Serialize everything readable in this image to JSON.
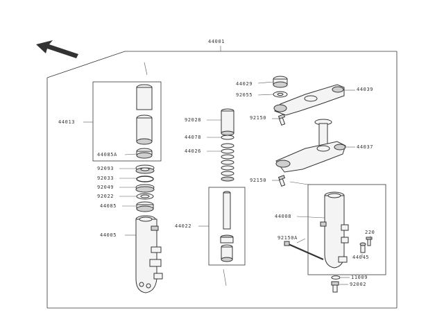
{
  "colors": {
    "line": "#333333",
    "part_fill": "#f4f4f4",
    "part_shade": "#cfcfcf"
  },
  "icons": {
    "direction_arrow": "front-arrow-icon"
  },
  "labels": {
    "l44001": "44001",
    "l44029": "44029",
    "l92055": "92055",
    "l44039": "44039",
    "l92150a": "92150",
    "l44037": "44037",
    "l92150b": "92150",
    "l44013": "44013",
    "l44085a": "44085A",
    "l92028": "92028",
    "l44078": "44078",
    "l44026": "44026",
    "l92093": "92093",
    "l92033": "92033",
    "l92049": "92049",
    "l92022": "92022",
    "l44085": "44085",
    "l44005": "44005",
    "l44022": "44022",
    "l44008": "44008",
    "l92150c": "92150A",
    "l220": "220",
    "l44045": "44045",
    "l11009": "11009",
    "l92002": "92002"
  }
}
